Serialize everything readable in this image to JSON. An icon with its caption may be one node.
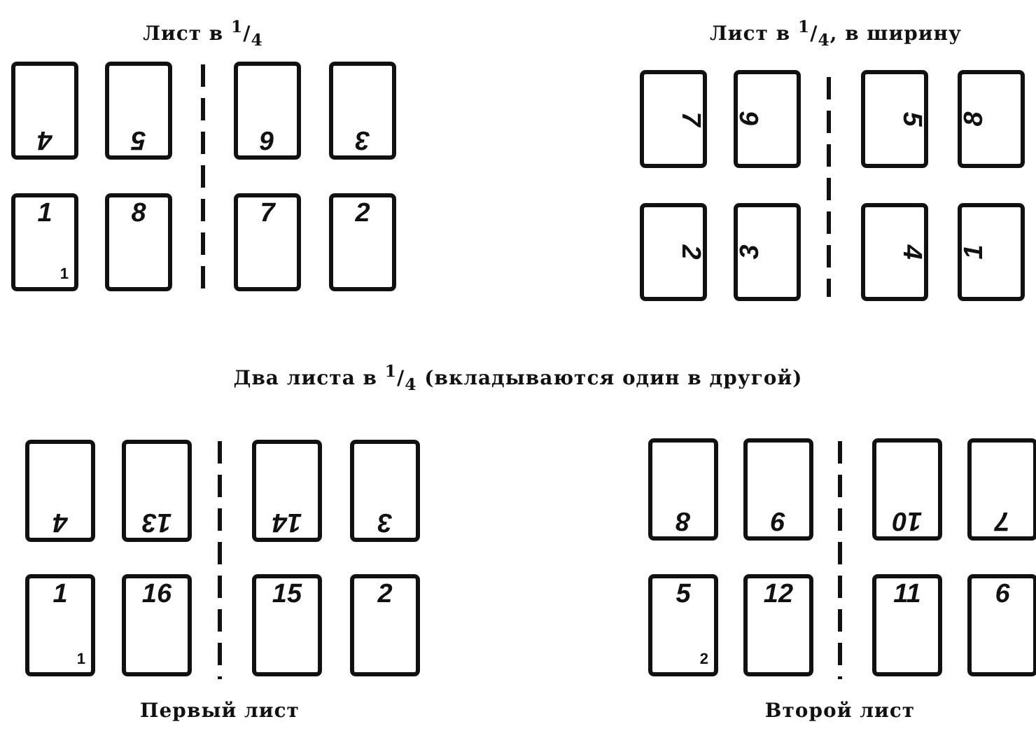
{
  "diagram": {
    "nodes": [
      {
        "text": [
          "4"
        ]
      },
      {
        "text": [
          "5"
        ]
      },
      {
        "text": [
          "6"
        ]
      },
      {
        "text": [
          "3"
        ]
      },
      {
        "text": [
          "1",
          "1"
        ]
      },
      {
        "text": [
          "8"
        ]
      },
      {
        "text": [
          "7"
        ]
      },
      {
        "text": [
          "2"
        ]
      },
      {
        "text": [
          "7"
        ]
      },
      {
        "text": [
          "6"
        ]
      },
      {
        "text": [
          "5"
        ]
      },
      {
        "text": [
          "8"
        ]
      },
      {
        "text": [
          "2"
        ]
      },
      {
        "text": [
          "3"
        ]
      },
      {
        "text": [
          "4"
        ]
      },
      {
        "text": [
          "1"
        ]
      },
      {
        "text": [
          "4"
        ]
      },
      {
        "text": [
          "13"
        ]
      },
      {
        "text": [
          "14"
        ]
      },
      {
        "text": [
          "3"
        ]
      },
      {
        "text": [
          "1",
          "1"
        ]
      },
      {
        "text": [
          "16"
        ]
      },
      {
        "text": [
          "15"
        ]
      },
      {
        "text": [
          "2"
        ]
      },
      {
        "text": [
          "8"
        ]
      },
      {
        "text": [
          "9"
        ]
      },
      {
        "text": [
          "10"
        ]
      },
      {
        "text": [
          "7"
        ]
      },
      {
        "text": [
          "5",
          "2"
        ]
      },
      {
        "text": [
          "12"
        ]
      },
      {
        "text": [
          "11"
        ]
      },
      {
        "text": [
          "6"
        ]
      }
    ],
    "labels": [
      "Лист в $^{1}$/$_{4}$",
      "Лист в $^{1}$/$_{4}$, в ширину",
      "Два листа в $^{1}$/$_{4}$ (вкладываются один в другой)",
      "Первый лист",
      "Второй лист"
    ]
  }
}
